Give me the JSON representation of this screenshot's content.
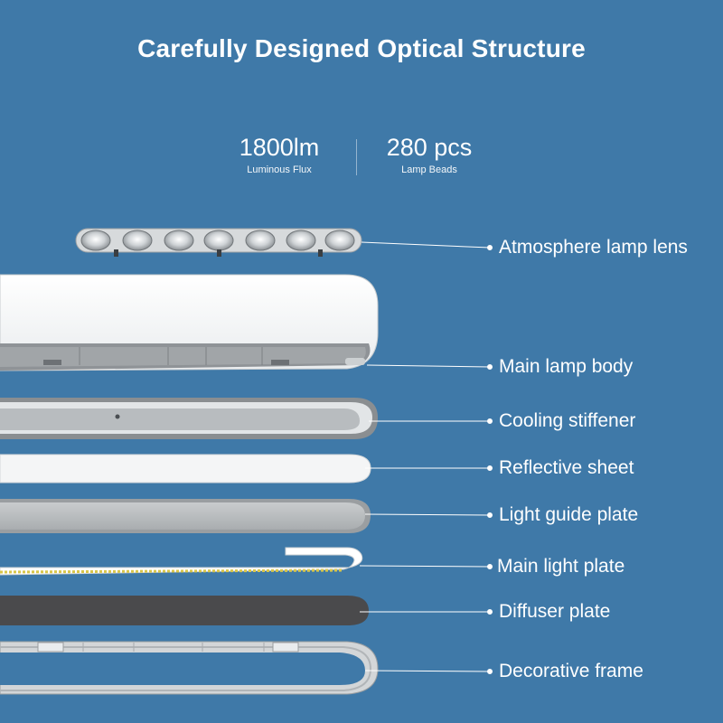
{
  "title": "Carefully Designed Optical Structure",
  "stats": [
    {
      "value": "1800lm",
      "label": "Luminous Flux"
    },
    {
      "value": "280 pcs",
      "label": "Lamp Beads"
    }
  ],
  "components": [
    "Atmosphere lamp lens",
    "Main lamp body",
    "Cooling stiffener",
    "Reflective sheet",
    "Light guide plate",
    "Main light plate",
    "Diffuser plate",
    "Decorative frame"
  ],
  "colors": {
    "background": "#3f79a8",
    "text": "#ffffff"
  }
}
